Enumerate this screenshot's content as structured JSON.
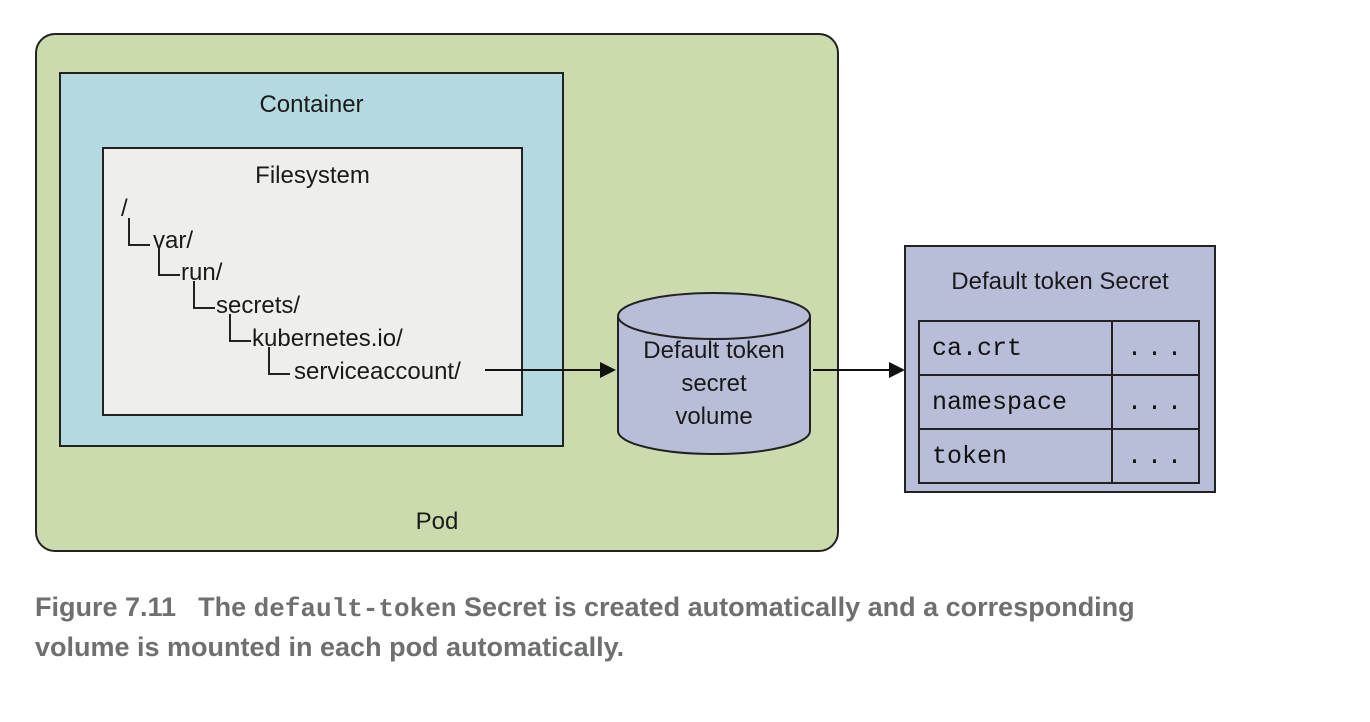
{
  "figure": {
    "pod": {
      "label": "Pod",
      "fill_color": "#cbdbad"
    },
    "container": {
      "label": "Container",
      "fill_color": "#b4d9e0"
    },
    "filesystem": {
      "label": "Filesystem",
      "fill_color": "#eeeeec",
      "tree": [
        "/",
        "var/",
        "run/",
        "secrets/",
        "kubernetes.io/",
        "serviceaccount/"
      ]
    },
    "volume": {
      "label_lines": [
        "Default token",
        "secret",
        "volume"
      ],
      "fill_color": "#b9bed8"
    },
    "secret": {
      "title": "Default token Secret",
      "fill_color": "#b9bed8",
      "rows": [
        {
          "key": "ca.crt",
          "value": "..."
        },
        {
          "key": "namespace",
          "value": "..."
        },
        {
          "key": "token",
          "value": "..."
        }
      ]
    },
    "border_color": "#222222"
  },
  "caption": {
    "figure_label": "Figure 7.11",
    "text_before_code": "The ",
    "code": "default-token",
    "text_after_code": " Secret is created automatically and a corresponding",
    "line2": "volume is mounted in each pod automatically.",
    "text_color": "#6e6f71"
  }
}
